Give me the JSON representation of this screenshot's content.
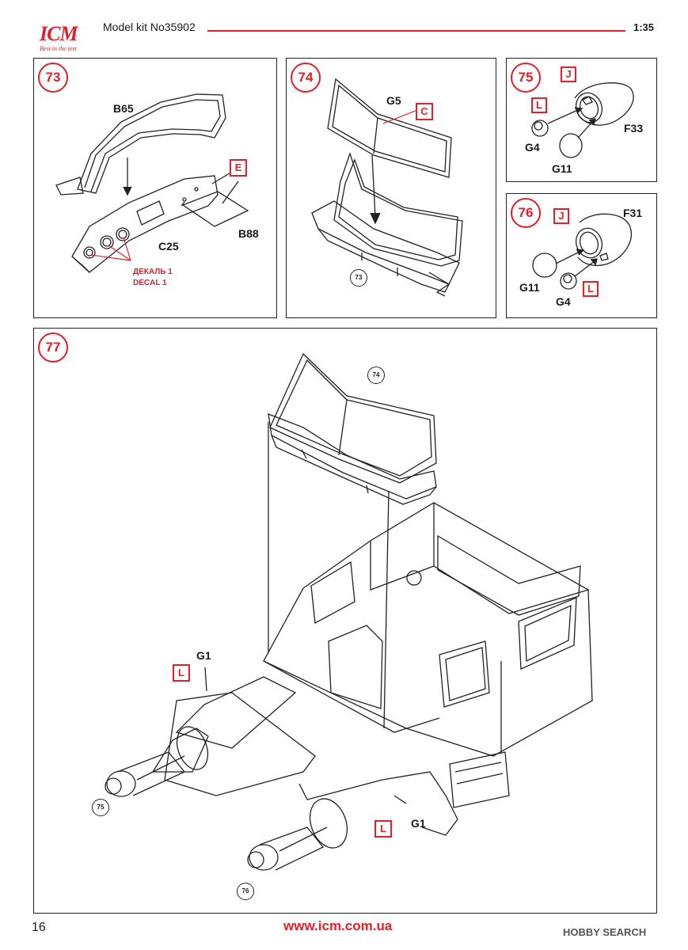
{
  "header": {
    "logo_text": "ICM",
    "logo_tagline": "Best in the test",
    "model_kit": "Model kit No35902",
    "scale": "1:35"
  },
  "steps": [
    {
      "number": "73",
      "part_labels": [
        "B65",
        "C25",
        "B88"
      ],
      "glue_markers": [
        "E"
      ],
      "decal_ru": "ДЕКАЛЬ 1",
      "decal_en": "DECAL 1"
    },
    {
      "number": "74",
      "part_labels": [
        "G5"
      ],
      "glue_markers": [
        "C"
      ],
      "reference_step": "73"
    },
    {
      "number": "75",
      "part_labels": [
        "F33",
        "G4",
        "G11"
      ],
      "glue_markers": [
        "J",
        "L"
      ]
    },
    {
      "number": "76",
      "part_labels": [
        "F31",
        "G11",
        "G4"
      ],
      "glue_markers": [
        "J",
        "L"
      ]
    },
    {
      "number": "77",
      "part_labels": [
        "G1",
        "G1"
      ],
      "glue_markers": [
        "L",
        "L"
      ],
      "reference_steps": [
        "74",
        "75",
        "76"
      ]
    }
  ],
  "footer": {
    "page_number": "16",
    "url": "www.icm.com.ua",
    "watermark": "HOBBY SEARCH"
  },
  "colors": {
    "accent": "#e0202a",
    "line": "#222222"
  }
}
